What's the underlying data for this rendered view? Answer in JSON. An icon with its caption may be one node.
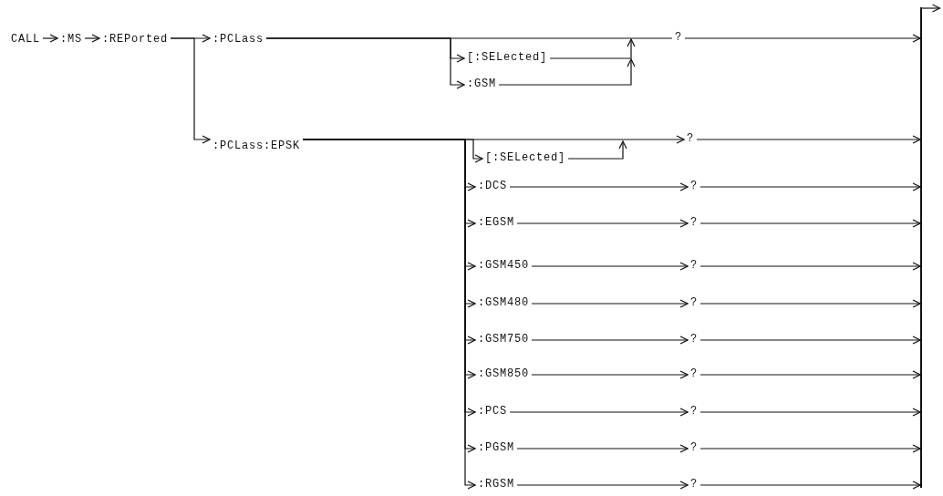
{
  "diagram": {
    "nodes": [
      {
        "text": [
          "CALL"
        ]
      },
      {
        "text": [
          ":MS"
        ]
      },
      {
        "text": [
          ":REPorted"
        ]
      },
      {
        "text": [
          ":PCLass"
        ]
      },
      {
        "text": [
          "[:SELected]"
        ]
      },
      {
        "text": [
          ":GSM"
        ]
      },
      {
        "text": [
          "?"
        ]
      },
      {
        "text": [
          ":PCLass:EPSK"
        ]
      },
      {
        "text": [
          "[:SELected]"
        ]
      },
      {
        "text": [
          "?"
        ]
      },
      {
        "text": [
          ":DCS"
        ]
      },
      {
        "text": [
          "?"
        ]
      },
      {
        "text": [
          ":EGSM"
        ]
      },
      {
        "text": [
          "?"
        ]
      },
      {
        "text": [
          ":GSM450"
        ]
      },
      {
        "text": [
          "?"
        ]
      },
      {
        "text": [
          ":GSM480"
        ]
      },
      {
        "text": [
          "?"
        ]
      },
      {
        "text": [
          ":GSM750"
        ]
      },
      {
        "text": [
          "?"
        ]
      },
      {
        "text": [
          ":GSM850"
        ]
      },
      {
        "text": [
          "?"
        ]
      },
      {
        "text": [
          ":PCS"
        ]
      },
      {
        "text": [
          "?"
        ]
      },
      {
        "text": [
          ":PGSM"
        ]
      },
      {
        "text": [
          "?"
        ]
      },
      {
        "text": [
          ":RGSM"
        ]
      },
      {
        "text": [
          "?"
        ]
      },
      {
        "text": [],
        "shape": "bar"
      }
    ],
    "edges": [
      {
        "from": 0,
        "to": 1,
        "arrow": "to"
      },
      {
        "from": 1,
        "to": 2,
        "arrow": "to"
      },
      {
        "from": 2,
        "to": 3,
        "arrow": "to"
      },
      {
        "from": 2,
        "to": 7,
        "arrow": "to"
      },
      {
        "from": 3,
        "to": 6,
        "arrow": "none"
      },
      {
        "from": 3,
        "to": 4,
        "arrow": "to"
      },
      {
        "from": 3,
        "to": 5,
        "arrow": "to"
      },
      {
        "from": 4,
        "to": null,
        "arrow": "to"
      },
      {
        "from": 5,
        "to": null,
        "arrow": "to"
      },
      {
        "from": 6,
        "to": 28,
        "arrow": "to"
      },
      {
        "from": 7,
        "to": 9,
        "arrow": "to"
      },
      {
        "from": 7,
        "to": 8,
        "arrow": "to"
      },
      {
        "from": 8,
        "to": null,
        "arrow": "to"
      },
      {
        "from": 9,
        "to": 28,
        "arrow": "to"
      },
      {
        "from": 7,
        "to": 10,
        "arrow": "to"
      },
      {
        "from": 10,
        "to": 11,
        "arrow": "to"
      },
      {
        "from": 11,
        "to": 28,
        "arrow": "to"
      },
      {
        "from": 7,
        "to": 12,
        "arrow": "to"
      },
      {
        "from": 12,
        "to": 13,
        "arrow": "to"
      },
      {
        "from": 13,
        "to": 28,
        "arrow": "to"
      },
      {
        "from": 7,
        "to": 14,
        "arrow": "to"
      },
      {
        "from": 14,
        "to": 15,
        "arrow": "to"
      },
      {
        "from": 15,
        "to": 28,
        "arrow": "to"
      },
      {
        "from": 7,
        "to": 16,
        "arrow": "to"
      },
      {
        "from": 16,
        "to": 17,
        "arrow": "to"
      },
      {
        "from": 17,
        "to": 28,
        "arrow": "to"
      },
      {
        "from": 7,
        "to": 18,
        "arrow": "to"
      },
      {
        "from": 18,
        "to": 19,
        "arrow": "to"
      },
      {
        "from": 19,
        "to": 28,
        "arrow": "to"
      },
      {
        "from": 7,
        "to": 20,
        "arrow": "to"
      },
      {
        "from": 20,
        "to": 21,
        "arrow": "to"
      },
      {
        "from": 21,
        "to": 28,
        "arrow": "to"
      },
      {
        "from": 7,
        "to": 22,
        "arrow": "to"
      },
      {
        "from": 22,
        "to": 23,
        "arrow": "to"
      },
      {
        "from": 23,
        "to": 28,
        "arrow": "to"
      },
      {
        "from": 7,
        "to": 24,
        "arrow": "to"
      },
      {
        "from": 24,
        "to": 25,
        "arrow": "to"
      },
      {
        "from": 25,
        "to": 28,
        "arrow": "to"
      },
      {
        "from": 7,
        "to": 26,
        "arrow": "to"
      },
      {
        "from": 26,
        "to": 27,
        "arrow": "to"
      },
      {
        "from": 27,
        "to": 28,
        "arrow": "to"
      },
      {
        "from": 28,
        "to": null,
        "arrow": "to"
      }
    ]
  }
}
